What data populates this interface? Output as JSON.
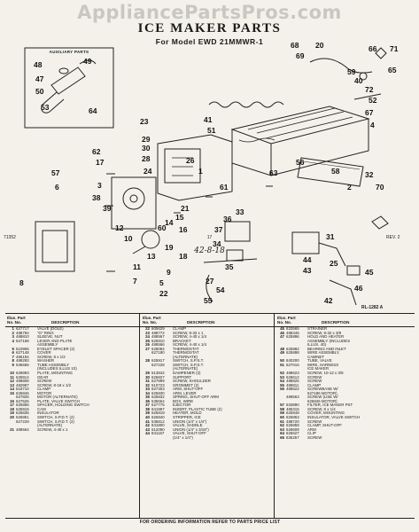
{
  "watermark": "AppliancePartsPros.com",
  "title": "ICE MAKER PARTS",
  "model": "For Model EWD 21MMWR-1",
  "aux_label": "AUXILIARY PARTS",
  "ref_code": "RL-1282 A",
  "callouts": {
    "c1": "48",
    "c2": "49",
    "c3": "47",
    "c4": "50",
    "c5": "53",
    "c6": "64",
    "c7": "68",
    "c8": "69",
    "c9": "20",
    "c10": "66",
    "c11": "65",
    "c12": "71",
    "c13": "59",
    "c14": "40",
    "c15": "72",
    "c16": "52",
    "c17": "67",
    "c18": "4",
    "c19": "23",
    "c20": "41",
    "c21": "51",
    "c22": "29",
    "c23": "30",
    "c24": "28",
    "c25": "26",
    "c26": "1",
    "c27": "62",
    "c28": "17",
    "c29": "57",
    "c30": "24",
    "c31": "56",
    "c32": "63",
    "c33": "58",
    "c34": "32",
    "c35": "70",
    "c36": "6",
    "c37": "3",
    "c38": "61",
    "c39": "2",
    "c40": "38",
    "c41": "39",
    "c42": "33",
    "c43": "21",
    "c44": "15",
    "c45": "14",
    "c46": "16",
    "c47": "37",
    "c48": "12",
    "c49": "60",
    "c50": "10",
    "c51": "34",
    "c52": "36",
    "c53": "31",
    "c54": "19",
    "c55": "13",
    "c56": "18",
    "c57": "11",
    "c58": "35",
    "c59": "44",
    "c60": "25",
    "c61": "43",
    "c62": "45",
    "c63": "9",
    "c64": "27",
    "c65": "7",
    "c66": "54",
    "c67": "55",
    "c68": "46",
    "c69": "5",
    "c70": "8",
    "c71": "22",
    "c72": "42"
  },
  "table": {
    "h_illus": "Illus. Part",
    "h_no": "No.   No.",
    "h_desc": "DESCRIPTION",
    "col1": [
      {
        "k": "1",
        "p": "627717",
        "d": "VALVE (DOLE)"
      },
      {
        "k": "2",
        "p": "488794",
        "d": "\"O\" RING"
      },
      {
        "k": "3",
        "p": "488810",
        "d": "SLEEVE, NUT"
      },
      {
        "k": "4",
        "p": "627168",
        "d": "LEVER AND PLATE"
      },
      {
        "k": "",
        "p": "",
        "d": "ASSEMBLY"
      },
      {
        "k": "5",
        "p": "510906",
        "d": "EYELET SPACER (2)"
      },
      {
        "k": "6",
        "p": "627148",
        "d": "COVER"
      },
      {
        "k": "7",
        "p": "486194",
        "d": "SCREW, 8 x 1/2"
      },
      {
        "k": "8",
        "p": "488293",
        "d": "WASHER"
      },
      {
        "k": "9",
        "p": "536665",
        "d": "TUBE ASSEMBLY"
      },
      {
        "k": "",
        "p": "",
        "d": "(INCLUDES ILLUS 10)"
      },
      {
        "k": "10",
        "p": "628893",
        "d": "PLATE, MOUNTING"
      },
      {
        "k": "11",
        "p": "625914",
        "d": "GEAR"
      },
      {
        "k": "12",
        "p": "488808",
        "d": "SCREW"
      },
      {
        "k": "13",
        "p": "482987",
        "d": "SCREW, 8-18 x 1/2"
      },
      {
        "k": "14",
        "p": "518710",
        "d": "CLAMP"
      },
      {
        "k": "15",
        "p": "625846",
        "d": "MOTOR"
      },
      {
        "k": "",
        "p": "627826",
        "d": "MOTOR (ALTERNATE)"
      },
      {
        "k": "16",
        "p": "627526",
        "d": "PLATE, VALVE SWITCH"
      },
      {
        "k": "17",
        "p": "625855",
        "d": "SPACER, HOLDING SWITCH"
      },
      {
        "k": "18",
        "p": "625915",
        "d": "CAM"
      },
      {
        "k": "19",
        "p": "625835",
        "d": "INSULATOR"
      },
      {
        "k": "20",
        "p": "625851",
        "d": "SWITCH, S.P.D.T. (2)"
      },
      {
        "k": "",
        "p": "627229",
        "d": "SWITCH, S.P.D.T. (2)"
      },
      {
        "k": "",
        "p": "",
        "d": "(ALTERNATE)"
      },
      {
        "k": "21",
        "p": "488564",
        "d": "SCREW, 4-40 x 1"
      }
    ],
    "col2": [
      {
        "k": "22",
        "p": "605629",
        "d": "CLAMP"
      },
      {
        "k": "23",
        "p": "488772",
        "d": "SCREW, 8-32 x 1"
      },
      {
        "k": "24",
        "p": "488567",
        "d": "SCREW, 4-40 x 1/4"
      },
      {
        "k": "25",
        "p": "625910",
        "d": "BRACKET"
      },
      {
        "k": "26",
        "p": "488566",
        "d": "SCREW, 4-40 x 1/4"
      },
      {
        "k": "27",
        "p": "628084",
        "d": "THERMOSTAT"
      },
      {
        "k": "",
        "p": "627180",
        "d": "THERMOSTAT"
      },
      {
        "k": "",
        "p": "",
        "d": "(ALTERNATE)"
      },
      {
        "k": "28",
        "p": "625917",
        "d": "SWITCH, S.P.S.T."
      },
      {
        "k": "",
        "p": "627228",
        "d": "SWITCH, S.P.S.T."
      },
      {
        "k": "",
        "p": "",
        "d": "(ALTERNATE)"
      },
      {
        "k": "29",
        "p": "513842",
        "d": "DAMPENER (2)"
      },
      {
        "k": "30",
        "p": "625827",
        "d": "SUPPORT"
      },
      {
        "k": "31",
        "p": "627899",
        "d": "SCREW, SHOULDER"
      },
      {
        "k": "32",
        "p": "510723",
        "d": "GROMMET (2)"
      },
      {
        "k": "33",
        "p": "627303",
        "d": "ARM, SHUT-OFF"
      },
      {
        "k": "34",
        "p": "625830",
        "d": "ARM, LEVER"
      },
      {
        "k": "35",
        "p": "625832",
        "d": "SPRING, SHUT-OFF ARM"
      },
      {
        "k": "36",
        "p": "535664",
        "d": "BOX, WIRE"
      },
      {
        "k": "37",
        "p": "627775",
        "d": "EJECTOR"
      },
      {
        "k": "38",
        "p": "841997",
        "d": "INSERT, PLASTIC TUBE (2)"
      },
      {
        "k": "39",
        "p": "625819",
        "d": "HEATER, MOLD"
      },
      {
        "k": "40",
        "p": "625840",
        "d": "STRIPPER, ICE"
      },
      {
        "k": "41",
        "p": "535812",
        "d": "UNION (1/4\" x 1/4\")"
      },
      {
        "k": "42",
        "p": "841800",
        "d": "VALVE, SADDLE"
      },
      {
        "k": "43",
        "p": "512090",
        "d": "UNION (1/4\" x 3/16\")"
      },
      {
        "k": "44",
        "p": "841157",
        "d": "VALVE, SHUT-OFF"
      },
      {
        "k": "",
        "p": "",
        "d": "(1/4\" x 1/4\")"
      }
    ],
    "col3": [
      {
        "k": "45",
        "p": "833565",
        "d": "STRAINER"
      },
      {
        "k": "46",
        "p": "488445",
        "d": "SCREW, 8-32 x 3/8"
      },
      {
        "k": "47",
        "p": "625896",
        "d": "HOLD AND HEATER"
      },
      {
        "k": "",
        "p": "",
        "d": "ASSEMBLY (INCLUDES"
      },
      {
        "k": "",
        "p": "",
        "d": "ILLUS. 40)"
      },
      {
        "k": "48",
        "p": "625882",
        "d": "BEARING AND INLET"
      },
      {
        "k": "49",
        "p": "625898",
        "d": "WIRE ASSEMBLY,"
      },
      {
        "k": "",
        "p": "",
        "d": "CABINET"
      },
      {
        "k": "50",
        "p": "840200",
        "d": "TUBE, VALVE"
      },
      {
        "k": "51",
        "p": "627016",
        "d": "WIRE, HARNESS"
      },
      {
        "k": "",
        "p": "",
        "d": "ICE MAKER"
      },
      {
        "k": "52",
        "p": "488623",
        "d": "SCREW, 10-12 x 3/8"
      },
      {
        "k": "53",
        "p": "628612",
        "d": "SCREW"
      },
      {
        "k": "54",
        "p": "488826",
        "d": "SCREW"
      },
      {
        "k": "55",
        "p": "488811",
        "d": "CLAMP"
      },
      {
        "k": "56",
        "p": "488622",
        "d": "SCREWBASE W/"
      },
      {
        "k": "",
        "p": "",
        "d": "627186 MOTOR)"
      },
      {
        "k": "",
        "p": "488563",
        "d": "SCREW (USE W/"
      },
      {
        "k": "",
        "p": "",
        "d": "625846 MOTOR)"
      },
      {
        "k": "57",
        "p": "833890",
        "d": "FILTER, ICE MAKER PST"
      },
      {
        "k": "58",
        "p": "485315",
        "d": "SCREW, 8 x 1/4"
      },
      {
        "k": "59",
        "p": "625848",
        "d": "COVER, MOUNTING"
      },
      {
        "k": "60",
        "p": "625853",
        "d": "INSULATOR, VALVE SWITCH"
      },
      {
        "k": "61",
        "p": "488720",
        "d": "SCREW"
      },
      {
        "k": "62",
        "p": "625859",
        "d": "CLAMP, SHUT-OFF"
      },
      {
        "k": "63",
        "p": "628609",
        "d": "ARM"
      },
      {
        "k": "64",
        "p": "625627",
        "d": "CLIP"
      },
      {
        "k": "65",
        "p": "835257",
        "d": "SCREW"
      }
    ],
    "footer": "FOR ORDERING INFORMATION REFER TO PARTS PRICE LIST"
  },
  "foot_left": "71352",
  "foot_center": "17",
  "foot_right": "REV. 2",
  "handwritten": "42-8-18"
}
